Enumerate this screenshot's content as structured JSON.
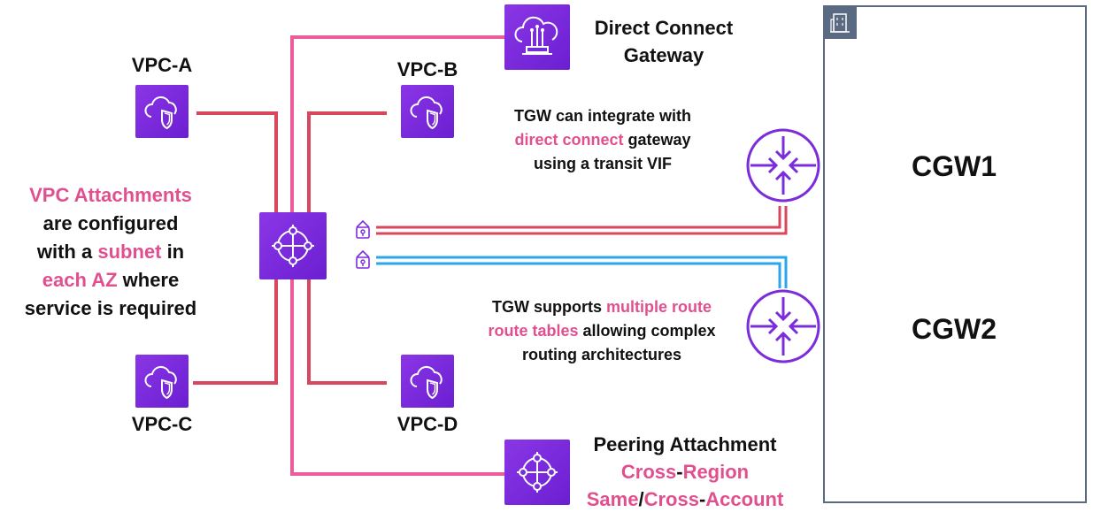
{
  "vpcs": {
    "a": {
      "label": "VPC-A"
    },
    "b": {
      "label": "VPC-B"
    },
    "c": {
      "label": "VPC-C"
    },
    "d": {
      "label": "VPC-D"
    }
  },
  "dx_gateway": {
    "line1": "Direct Connect",
    "line2": "Gateway"
  },
  "side_note": {
    "l1": "VPC Attachments",
    "l2": "are configured",
    "l3a": "with a ",
    "l3b": "subnet",
    "l3c": " in",
    "l4a": "each AZ",
    "l4b": " where",
    "l5": "service is required"
  },
  "dx_note": {
    "l1": "TGW can integrate with",
    "l2a": "direct connect",
    "l2b": " gateway",
    "l3": "using a transit VIF"
  },
  "rt_note": {
    "l1a": "TGW supports ",
    "l1b": "multiple route",
    "l2a": "route tables",
    "l2b": " allowing complex",
    "l3": "routing architectures"
  },
  "peering": {
    "title": "Peering Attachment",
    "l2a": "Cross",
    "l2b": "-",
    "l2c": "Region",
    "l3a": "Same",
    "l3b": "/",
    "l3c": "Cross",
    "l3d": "-",
    "l3e": "Account"
  },
  "cgw1": {
    "label": "CGW1"
  },
  "cgw2": {
    "label": "CGW2"
  },
  "colors": {
    "pink_wire": "#ea5c9a",
    "red_wire": "#d9475e",
    "blue_wire": "#2aa7e8",
    "purple_tile": "#7b2ddc",
    "highlight_text": "#e0508f",
    "onprem_border": "#5a6a82"
  },
  "icons": {
    "vpc": "cloud-shield-icon",
    "tgw": "transit-gateway-icon",
    "dx": "direct-connect-gateway-icon",
    "router": "router-icon",
    "vpn": "padlock-icon",
    "building": "building-icon"
  }
}
